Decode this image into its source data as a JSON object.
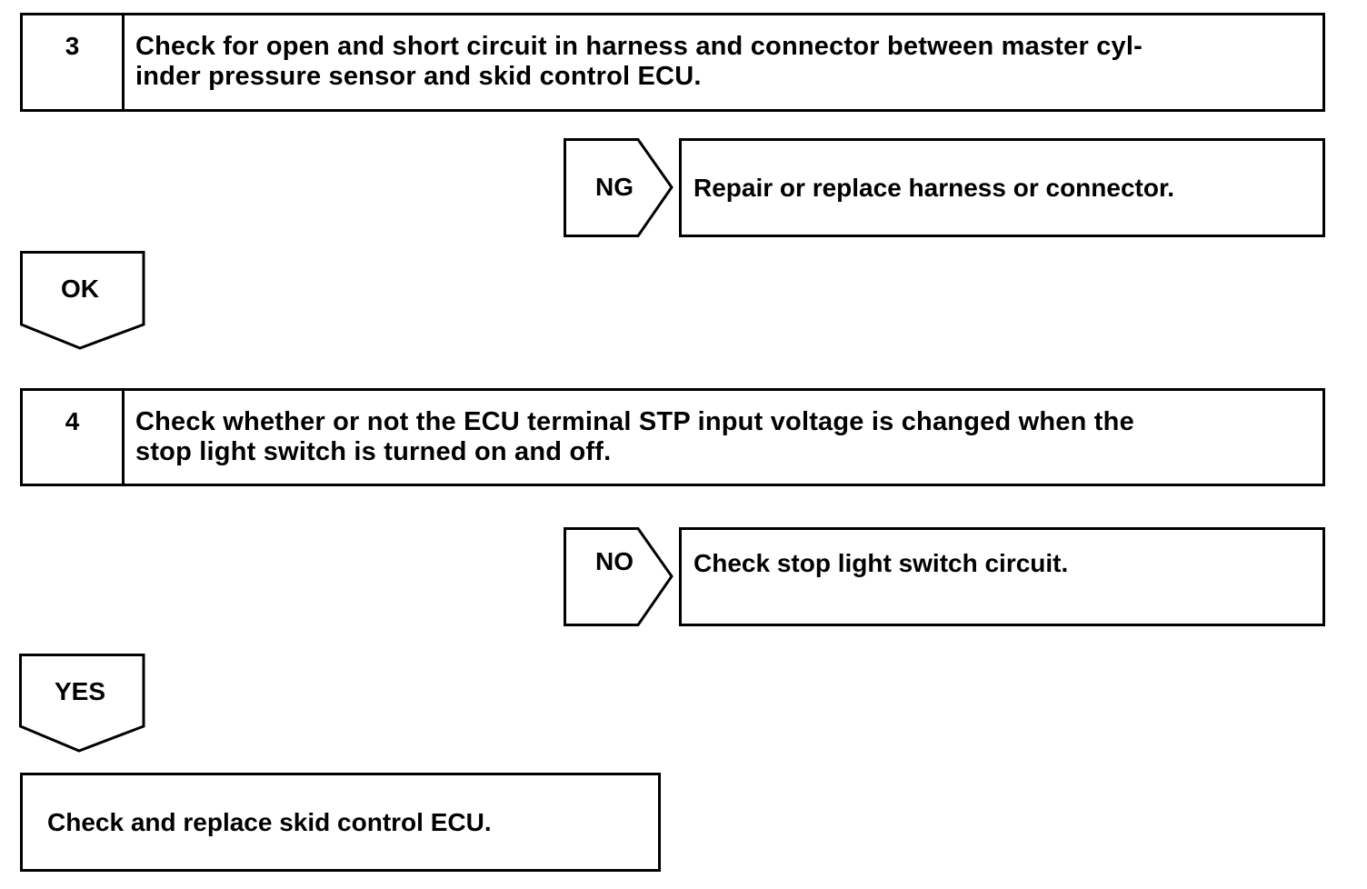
{
  "step3": {
    "number": "3",
    "text": "Check for open and short circuit in harness and connector between master cyl-inder pressure sensor and skid control ECU.",
    "line1": "Check for open and short circuit in harness and connector between master cyl-",
    "line2": "inder pressure sensor and skid control ECU."
  },
  "ng_branch": {
    "label": "NG",
    "action": "Repair or replace harness or connector."
  },
  "ok_branch": {
    "label": "OK"
  },
  "step4": {
    "number": "4",
    "line1": "Check whether or not the ECU terminal STP input voltage is changed when the",
    "line2": "stop light switch is turned on and off."
  },
  "no_branch": {
    "label": "NO",
    "action": "Check stop light switch circuit."
  },
  "yes_branch": {
    "label": "YES"
  },
  "final": {
    "action": "Check and replace skid control ECU."
  }
}
